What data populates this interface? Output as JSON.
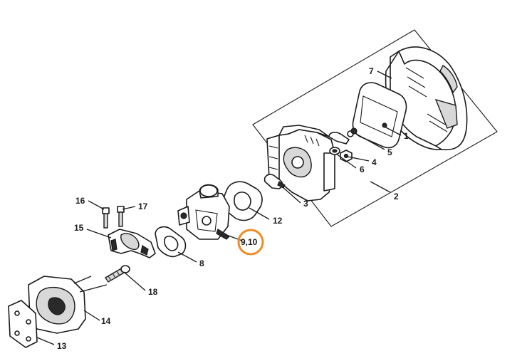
{
  "highlight_color": "#f08a24",
  "callouts": [
    {
      "id": "c1",
      "label": "1"
    },
    {
      "id": "c2",
      "label": "2"
    },
    {
      "id": "c3",
      "label": "3"
    },
    {
      "id": "c4",
      "label": "4"
    },
    {
      "id": "c5",
      "label": "5"
    },
    {
      "id": "c6",
      "label": "6"
    },
    {
      "id": "c7",
      "label": "7"
    },
    {
      "id": "c8",
      "label": "8"
    },
    {
      "id": "c9",
      "label": "9,10"
    },
    {
      "id": "c12",
      "label": "12"
    },
    {
      "id": "c13",
      "label": "13"
    },
    {
      "id": "c14",
      "label": "14"
    },
    {
      "id": "c15",
      "label": "15"
    },
    {
      "id": "c16",
      "label": "16"
    },
    {
      "id": "c17",
      "label": "17"
    },
    {
      "id": "c18",
      "label": "18"
    }
  ]
}
